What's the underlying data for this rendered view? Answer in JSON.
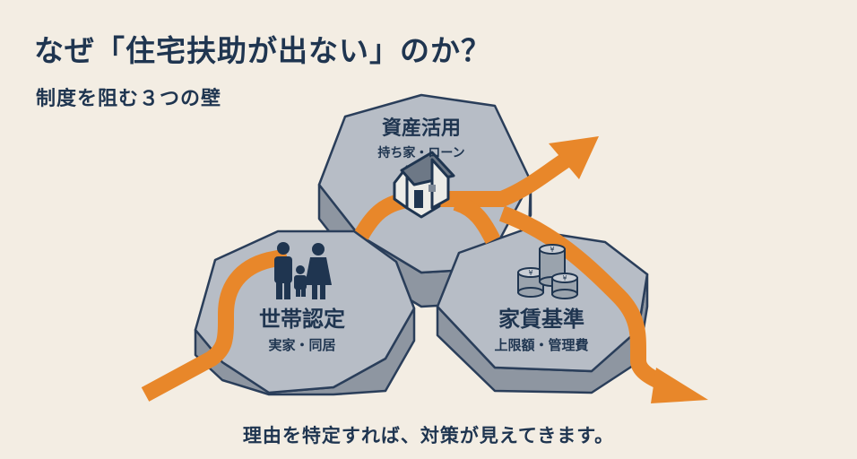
{
  "header": {
    "title": "なぜ「住宅扶助が出ない」のか？",
    "subtitle": "制度を阻む３つの壁"
  },
  "walls": [
    {
      "title": "資産活用",
      "sub": "持ち家・ローン",
      "icon": "house-icon"
    },
    {
      "title": "世帯認定",
      "sub": "実家・同居",
      "icon": "family-icon"
    },
    {
      "title": "家賃基準",
      "sub": "上限額・管理費",
      "icon": "yen-coins-icon"
    }
  ],
  "footer": {
    "caption": "理由を特定すれば、対策が見えてきます。"
  },
  "colors": {
    "background": "#f3ede3",
    "hex_top": "#b7bdc6",
    "hex_side": "#8e96a1",
    "outline": "#2a3e5a",
    "arrow": "#e8872a",
    "text": "#1f3550"
  }
}
